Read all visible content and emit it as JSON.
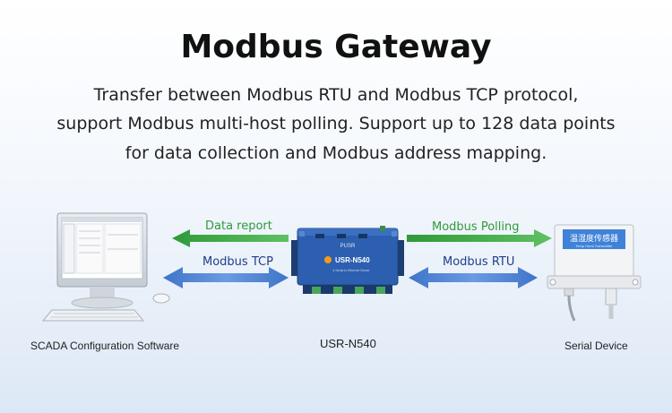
{
  "header": {
    "title": "Modbus Gateway",
    "lines": [
      "Transfer between Modbus RTU and Modbus TCP protocol,",
      "support Modbus multi-host polling. Support up to 128 data points",
      "for data collection and Modbus address mapping."
    ]
  },
  "diagram": {
    "left_caption": "SCADA Configuration Software",
    "center_caption": "USR-N540",
    "right_caption": "Serial Device",
    "left_top_arrow": "Data report",
    "left_bottom_arrow": "Modbus TCP",
    "right_top_arrow": "Modbus Polling",
    "right_bottom_arrow": "Modbus RTU",
    "device_brand": "PUSR",
    "device_model": "USR-N540",
    "device_tag": "4 Serial to Ethernet Server",
    "sensor_label_cn": "温湿度传感器",
    "sensor_label_en": "Temp Humi Transmitter"
  },
  "colors": {
    "green": "#2f9a3a",
    "blue": "#4a7fcf",
    "device": "#2d5fb0"
  }
}
